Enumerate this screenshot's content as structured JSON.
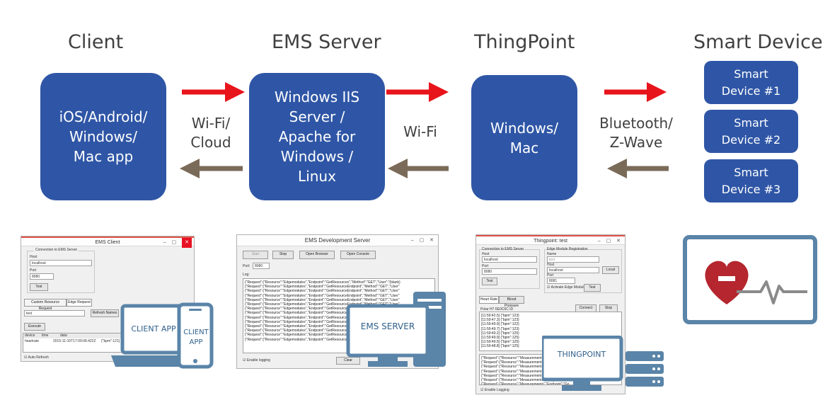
{
  "columns": [
    {
      "title": "Client"
    },
    {
      "title": "EMS Server"
    },
    {
      "title": "ThingPoint"
    },
    {
      "title": "Smart Device"
    }
  ],
  "nodes": {
    "client": "iOS/Android/\nWindows/\nMac app",
    "server": "Windows IIS\nServer /\nApache for\nWindows /\nLinux",
    "thingpoint": "Windows/\nMac",
    "devices": [
      "Smart\nDevice #1",
      "Smart\nDevice #2",
      "Smart\nDevice #3"
    ]
  },
  "links": {
    "client_server": "Wi-Fi/\nCloud",
    "server_thingpoint": "Wi-Fi",
    "thingpoint_devices": "Bluetooth/\nZ-Wave"
  },
  "colors": {
    "node_fill": "#2f56a6",
    "forward_arrow": "#e8141b",
    "return_arrow": "#7a6a58",
    "icon_blue": "#5a84a8",
    "heart_red": "#b5262e"
  },
  "screenshots": {
    "ems_client": {
      "window_title": "EMS Client",
      "group_title": "Connection to EMS Server",
      "host_label": "Host",
      "host_value": "localhost",
      "port_label": "Port",
      "port_value": "8080",
      "test_label": "Test",
      "tab_custom": "Custom Resource Request",
      "tab_edge": "Edge Request",
      "select_value": "test",
      "refresh_label": "Refresh Names",
      "execute_label": "Execute",
      "table_headers": [
        "device",
        "time",
        "data"
      ],
      "table_row": [
        "heartrate",
        "2015-11-10T17:09:08.422Z",
        "{\"bpm\":121}"
      ],
      "auto_refresh": "Auto Refresh",
      "overlay_laptop": "CLIENT APP",
      "overlay_phone": "CLIENT\nAPP"
    },
    "ems_server": {
      "window_title": "EMS Development Server",
      "start_label": "Start",
      "stop_label": "Stop",
      "open_browser_label": "Open Browser",
      "open_console_label": "Open Console",
      "port_label": "Port:",
      "port_value": "8080",
      "log_label": "Log:",
      "log_lines": [
        "{\"Request\":{\"Resource\":\"Edgemodules\",\"Endpoint\":\"GetResources\",\"Method\":\"GET\",\"User\":\"(blank)",
        "{\"Request\":{\"Resource\":\"Edgemodules\",\"Endpoint\":\"GetResourceEndpoint\",\"Method\":\"GET\",\"User\"",
        "{\"Request\":{\"Resource\":\"Edgemodules\",\"Endpoint\":\"GetResourceEndpoint\",\"Method\":\"GET\",\"User\"",
        "{\"Request\":{\"Resource\":\"Edgemodules\",\"Endpoint\":\"GetResourceEndpoint\",\"Method\":\"GET\",\"User\"",
        "{\"Request\":{\"Resource\":\"Edgemodules\",\"Endpoint\":\"GetResourceEndpoint\",\"Method\":\"GET\",\"User\"",
        "{\"Request\":{\"Resource\":\"Edgemodules\",\"Endpoint\":\"GetResourceEndpoint\",\"Method\":\"GET\",\"User\"",
        "{\"Request\":{\"Resource\":\"Edgemodules\",\"Endpoint\":\"GetResourceEndpoint\",\"Method\":\"GET\",\"User\"",
        "{\"Request\":{\"Resource\":\"Edgemodules\",\"Endpoint\":\"GetResourceEndpoint\",\"Method\":\"GET\",\"User\"",
        "{\"Request\":{\"Resource\":\"Edgemodules\",\"Endpoint\":\"GetResourceEndpoint\",\"Method\":\"GET\",\"User\"",
        "{\"Request\":{\"Resource\":\"Edgemodules\",\"Endpoint\":\"GetResourceEndpoint\",\"Method\":\"GET\",\"User\"",
        "{\"Request\":{\"Resource\":\"Edgemodules\",\"Endpoint\":\"GetResourceEndpoint\",\"Method\":\"GET\",\"User\"",
        "{\"Request\":{\"Resource\":\"Edgemodules\",\"Endpoint\":\"GetResourceEndpoint\",\"Method\":\"GET\",\"User\"",
        "{\"Request\":{\"Resource\":\"Edgemodules\",\"Endpoint\":\"GetResourceEndpoint\",\"Method\":\"GET\",\"User\"",
        "{\"Request\":{\"Resource\":\"Edgemodules\",\"Endpoint\":\"GetResourceEndpoint\",\"Method\":\"GET\",\"User\""
      ],
      "enable_logging": "Enable logging",
      "clear_label": "Clear",
      "overlay": "EMS SERVER"
    },
    "thingpoint": {
      "window_title": "Thingpoint: test",
      "conn_group": "Connection to EMS Server",
      "host_label": "Host",
      "host_value": "localhost",
      "port_label": "Port",
      "port_value": "8080",
      "test_label": "Test",
      "reg_group": "Edge Module Registration",
      "name_label": "Name",
      "name_value": "test",
      "reg_host_label": "Host",
      "reg_host_value": "localhost",
      "local_label": "Local",
      "reg_port_label": "Port",
      "reg_port_value": "8081",
      "activate_label": "Activate Edge Module",
      "reg_test_label": "Test",
      "tab_heart": "Heart Rate",
      "tab_blood": "Blood Pressure",
      "device_label": "Polar H7 6E0C6C ID",
      "connect_label": "Connect",
      "stop_label": "Stop",
      "data_lines": [
        "[11:59:42.5] {\"bpm\":123}",
        "[11:59:47.3] {\"bpm\":123}",
        "[11:59:49.9] {\"bpm\":122}",
        "[11:59:49.7] {\"bpm\":123}",
        "[11:59:49.2] {\"bpm\":125}",
        "[11:59:49.9] {\"bpm\":125}",
        "[11:59:49.5] {\"bpm\":125}",
        "[11:59:48.8] {\"bpm\":125}"
      ],
      "log_lines": [
        "{\"Request\":{\"Resource\":\"Measurements\",\"Endpoint\":\"Ge",
        "{\"Request\":{\"Resource\":\"Measurements\",\"Endpoint\":\"Ge",
        "{\"Request\":{\"Resource\":\"Measurements\",\"Endpoint\":\"Ge",
        "{\"Request\":{\"Resource\":\"Measurements\",\"Endpoint\":\"Ge",
        "{\"Request\":{\"Resource\":\"Measurements\",\"Endpoint\":\"Ge",
        "{\"Request\":{\"Resource\":\"Measurements\",\"Endpoint\":\"Ge",
        "{\"Request\":{\"Resource\":\"Measurements\",\"Endpoint\":\"Ge"
      ],
      "enable_logging": "Enable Logging",
      "overlay": "THINGPOINT"
    }
  }
}
